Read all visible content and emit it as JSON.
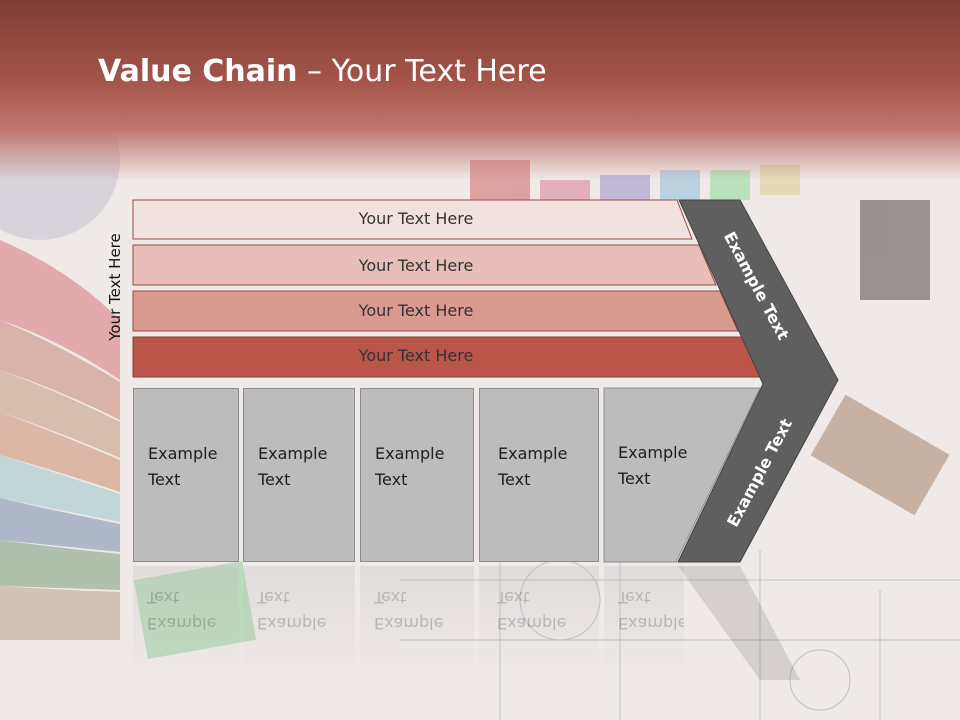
{
  "slide": {
    "title_bold": "Value Chain",
    "title_rest": " – Your Text Here",
    "side_label": "Your Text Here"
  },
  "bars": [
    {
      "label": "Your Text Here",
      "color": "#f2e2df"
    },
    {
      "label": "Your Text Here",
      "color": "#e7bfb8"
    },
    {
      "label": "Your Text Here",
      "color": "#d99a90"
    },
    {
      "label": "Your Text Here",
      "color": "#b95649"
    }
  ],
  "boxes": [
    {
      "line1": "Example",
      "line2": "Text"
    },
    {
      "line1": "Example",
      "line2": "Text"
    },
    {
      "line1": "Example",
      "line2": "Text"
    },
    {
      "line1": "Example",
      "line2": "Text"
    },
    {
      "line1": "Example",
      "line2": "Text"
    }
  ],
  "arrow": {
    "upper_label": "Example Text",
    "lower_label": "Example Text",
    "color": "#5f5f5f"
  },
  "colors": {
    "header": "#a5544a",
    "box": "#bcbcbc"
  }
}
